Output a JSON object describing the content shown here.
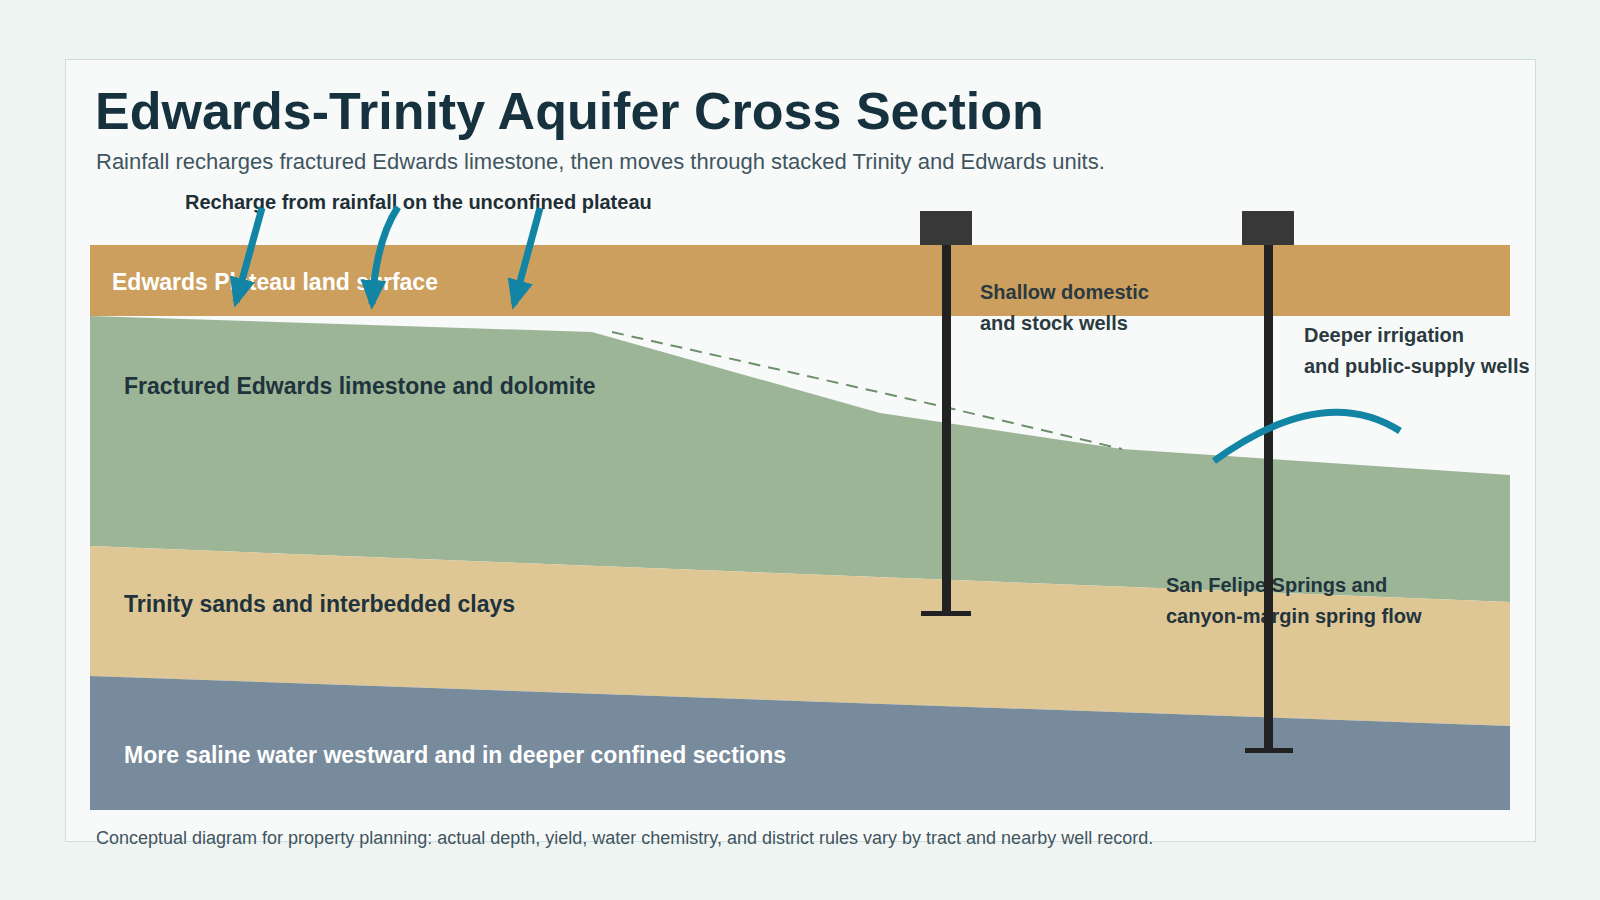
{
  "diagram": {
    "title": "Edwards-Trinity Aquifer Cross Section",
    "caption": "Conceptual diagram for property planning: actual depth, yield, water chemistry, and district rules vary by tract and nearby well record.",
    "nodes": [
      {
        "text": [
          "Edwards Plateau land surface"
        ]
      },
      {
        "text": [
          "Fractured Edwards limestone and dolomite"
        ]
      },
      {
        "text": [
          "Trinity sands and interbedded clays"
        ]
      },
      {
        "text": [
          "More saline water westward and in deeper confined sections"
        ]
      }
    ],
    "labels": [
      "Rainfall recharges fractured Edwards limestone, then moves through stacked Trinity and Edwards units.",
      "Recharge from rainfall on the unconfined plateau",
      "Shallow domestic and stock wells",
      "Deeper irrigation and public-supply wells",
      "San Felipe Springs and canyon-margin spring flow"
    ]
  }
}
